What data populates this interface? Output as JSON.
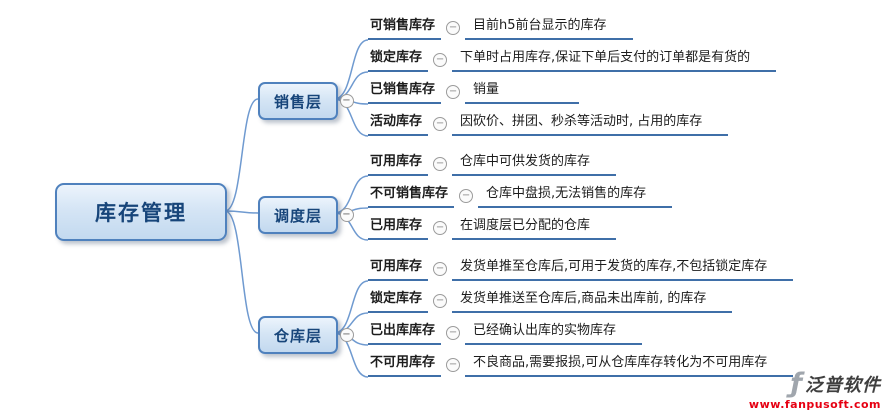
{
  "root": {
    "label": "库存管理"
  },
  "branches": [
    {
      "label": "销售层",
      "items": [
        {
          "label": "可销售库存",
          "desc": "目前h5前台显示的库存"
        },
        {
          "label": "锁定库存",
          "desc": "下单时占用库存,保证下单后支付的订单都是有货的"
        },
        {
          "label": "已销售库存",
          "desc": "销量"
        },
        {
          "label": "活动库存",
          "desc": "因砍价、拼团、秒杀等活动时, 占用的库存"
        }
      ]
    },
    {
      "label": "调度层",
      "items": [
        {
          "label": "可用库存",
          "desc": "仓库中可供发货的库存"
        },
        {
          "label": "不可销售库存",
          "desc": "仓库中盘损,无法销售的库存"
        },
        {
          "label": "已用库存",
          "desc": "在调度层已分配的仓库"
        }
      ]
    },
    {
      "label": "仓库层",
      "items": [
        {
          "label": "可用库存",
          "desc": "发货单推至仓库后,可用于发货的库存,不包括锁定库存"
        },
        {
          "label": "锁定库存",
          "desc": "发货单推送至仓库后,商品未出库前, 的库存"
        },
        {
          "label": "已出库库存",
          "desc": "已经确认出库的实物库存"
        },
        {
          "label": "不可用库存",
          "desc": "不良商品,需要报损,可从仓库库存转化为不可用库存"
        }
      ]
    }
  ],
  "icons": {
    "collapse": "−",
    "logo_glyph": "ƒ"
  },
  "watermark": {
    "brand": "泛普软件",
    "url": "www.fanpusoft.com"
  },
  "colors": {
    "node_border": "#4f81bd",
    "node_text": "#17457a",
    "underline": "#3f6fa8",
    "connector": "#6f9ad0",
    "url_red": "#e60012"
  }
}
